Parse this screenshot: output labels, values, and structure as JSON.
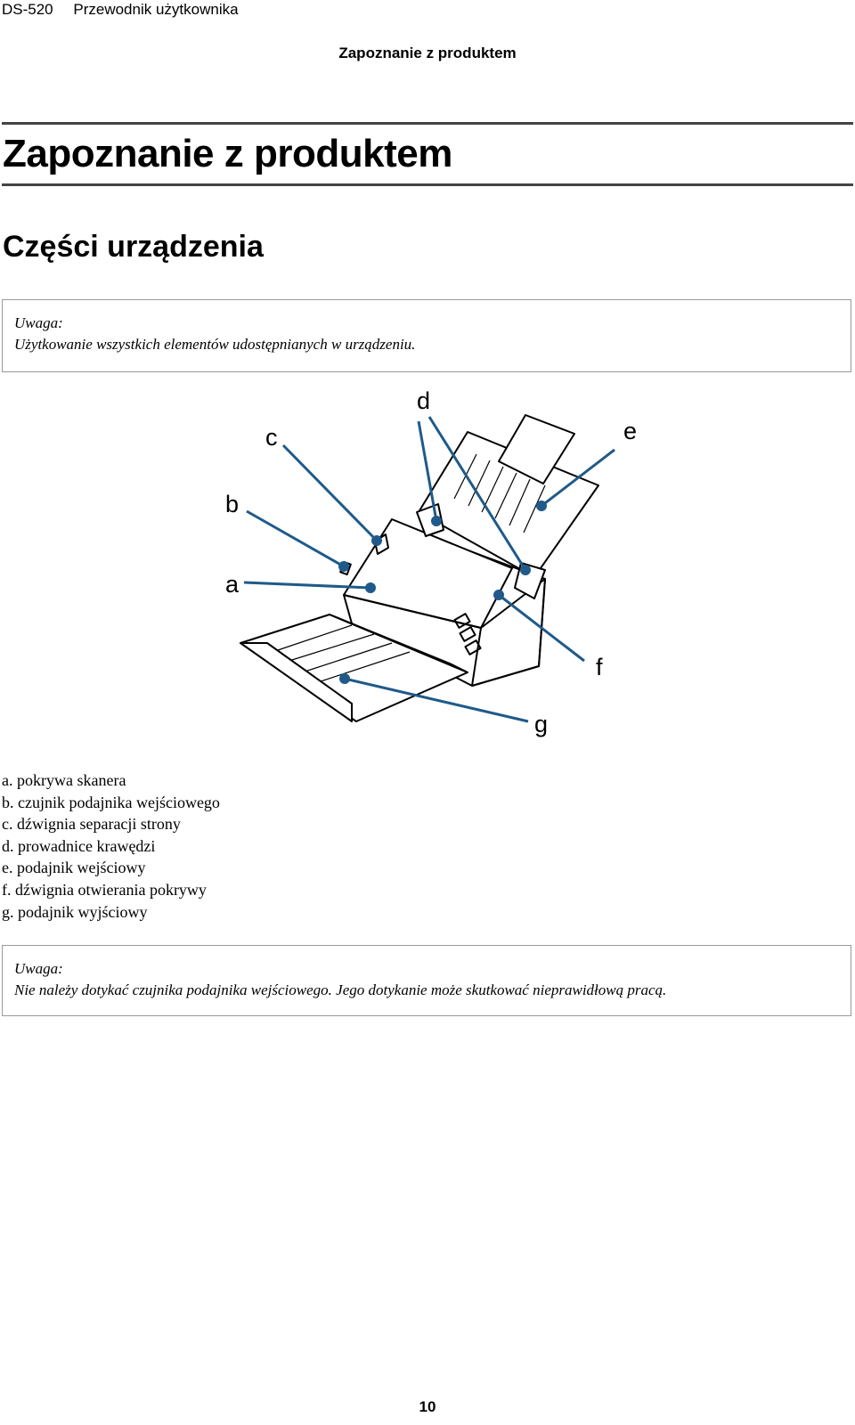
{
  "header": {
    "model": "DS-520",
    "guide_title": "Przewodnik użytkownika"
  },
  "running_title": "Zapoznanie z produktem",
  "chapter_title": "Zapoznanie z produktem",
  "section_title": "Części urządzenia",
  "notes": [
    {
      "label": "Uwaga:",
      "text": "Użytkowanie wszystkich elementów udostępnianych w urządzeniu."
    },
    {
      "label": "Uwaga:",
      "text": "Nie należy dotykać czujnika podajnika wejściowego. Jego dotykanie może skutkować nieprawidłową pracą."
    }
  ],
  "figure": {
    "callout_color": "#1f5a8a",
    "callouts": [
      "a",
      "b",
      "c",
      "d",
      "e",
      "f",
      "g"
    ]
  },
  "parts_list": [
    "a. pokrywa skanera",
    "b. czujnik podajnika wejściowego",
    "c. dźwignia separacji strony",
    "d. prowadnice krawędzi",
    "e. podajnik wejściowy",
    "f. dźwignia otwierania pokrywy",
    "g. podajnik wyjściowy"
  ],
  "page_number": "10"
}
